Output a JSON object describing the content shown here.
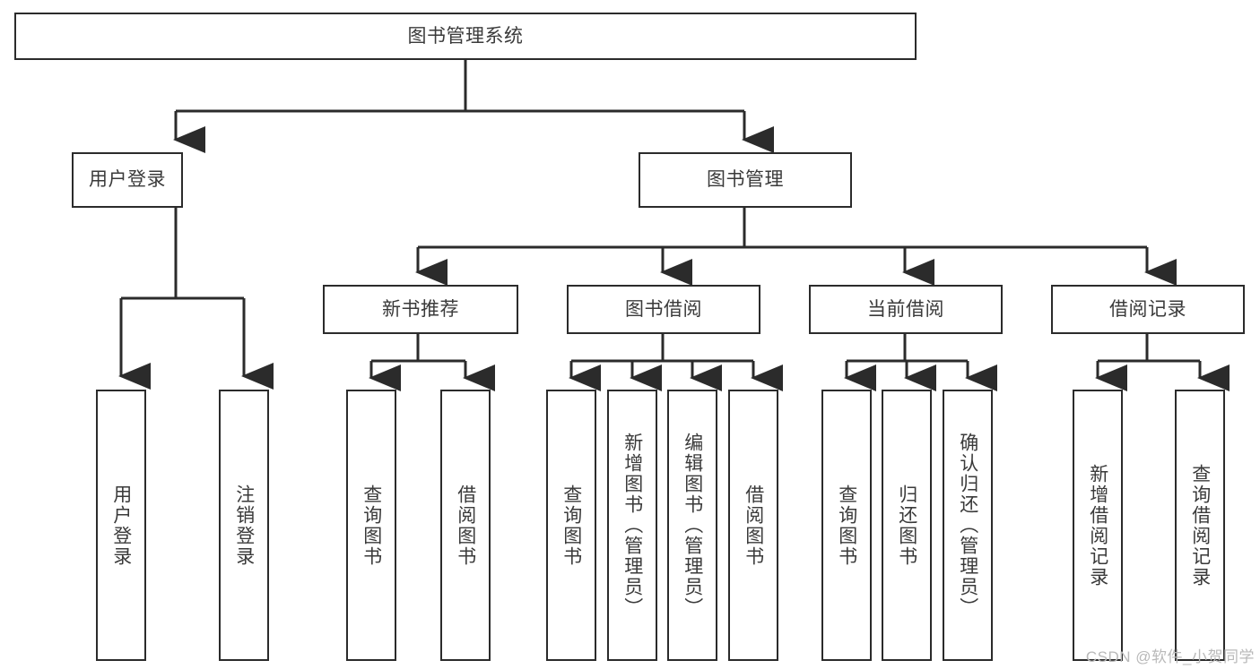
{
  "diagram": {
    "type": "tree-hierarchy",
    "title": "图书管理系统",
    "watermark": "CSDN @软件_小贺同学",
    "colors": {
      "stroke": "#2b2b2b",
      "text": "#3a3a3a",
      "background": "#ffffff",
      "watermark": "#b9b9b9"
    },
    "levels": {
      "root": {
        "label": "图书管理系统"
      },
      "level2": [
        {
          "id": "user-login",
          "label": "用户登录"
        },
        {
          "id": "book-manage",
          "label": "图书管理"
        }
      ],
      "level3": [
        {
          "id": "new-book-recommend",
          "label": "新书推荐",
          "parent": "book-manage"
        },
        {
          "id": "book-borrow",
          "label": "图书借阅",
          "parent": "book-manage"
        },
        {
          "id": "current-borrow",
          "label": "当前借阅",
          "parent": "book-manage"
        },
        {
          "id": "borrow-record",
          "label": "借阅记录",
          "parent": "book-manage"
        }
      ],
      "leaves": [
        {
          "id": "leaf-user-login",
          "label": "用户登录",
          "parent": "user-login"
        },
        {
          "id": "leaf-logout-login",
          "label": "注销登录",
          "parent": "user-login"
        },
        {
          "id": "leaf-query-book-1",
          "label": "查询图书",
          "parent": "new-book-recommend"
        },
        {
          "id": "leaf-borrow-book-1",
          "label": "借阅图书",
          "parent": "new-book-recommend"
        },
        {
          "id": "leaf-query-book-2",
          "label": "查询图书",
          "parent": "book-borrow"
        },
        {
          "id": "leaf-add-book",
          "label": "新增图书（管理员）",
          "parent": "book-borrow"
        },
        {
          "id": "leaf-edit-book",
          "label": "编辑图书（管理员）",
          "parent": "book-borrow"
        },
        {
          "id": "leaf-borrow-book-2",
          "label": "借阅图书",
          "parent": "book-borrow"
        },
        {
          "id": "leaf-query-book-3",
          "label": "查询图书",
          "parent": "current-borrow"
        },
        {
          "id": "leaf-return-book",
          "label": "归还图书",
          "parent": "current-borrow"
        },
        {
          "id": "leaf-confirm-return",
          "label": "确认归还（管理员）",
          "parent": "current-borrow"
        },
        {
          "id": "leaf-add-record",
          "label": "新增借阅记录",
          "parent": "borrow-record"
        },
        {
          "id": "leaf-query-record",
          "label": "查询借阅记录",
          "parent": "borrow-record"
        }
      ]
    }
  }
}
